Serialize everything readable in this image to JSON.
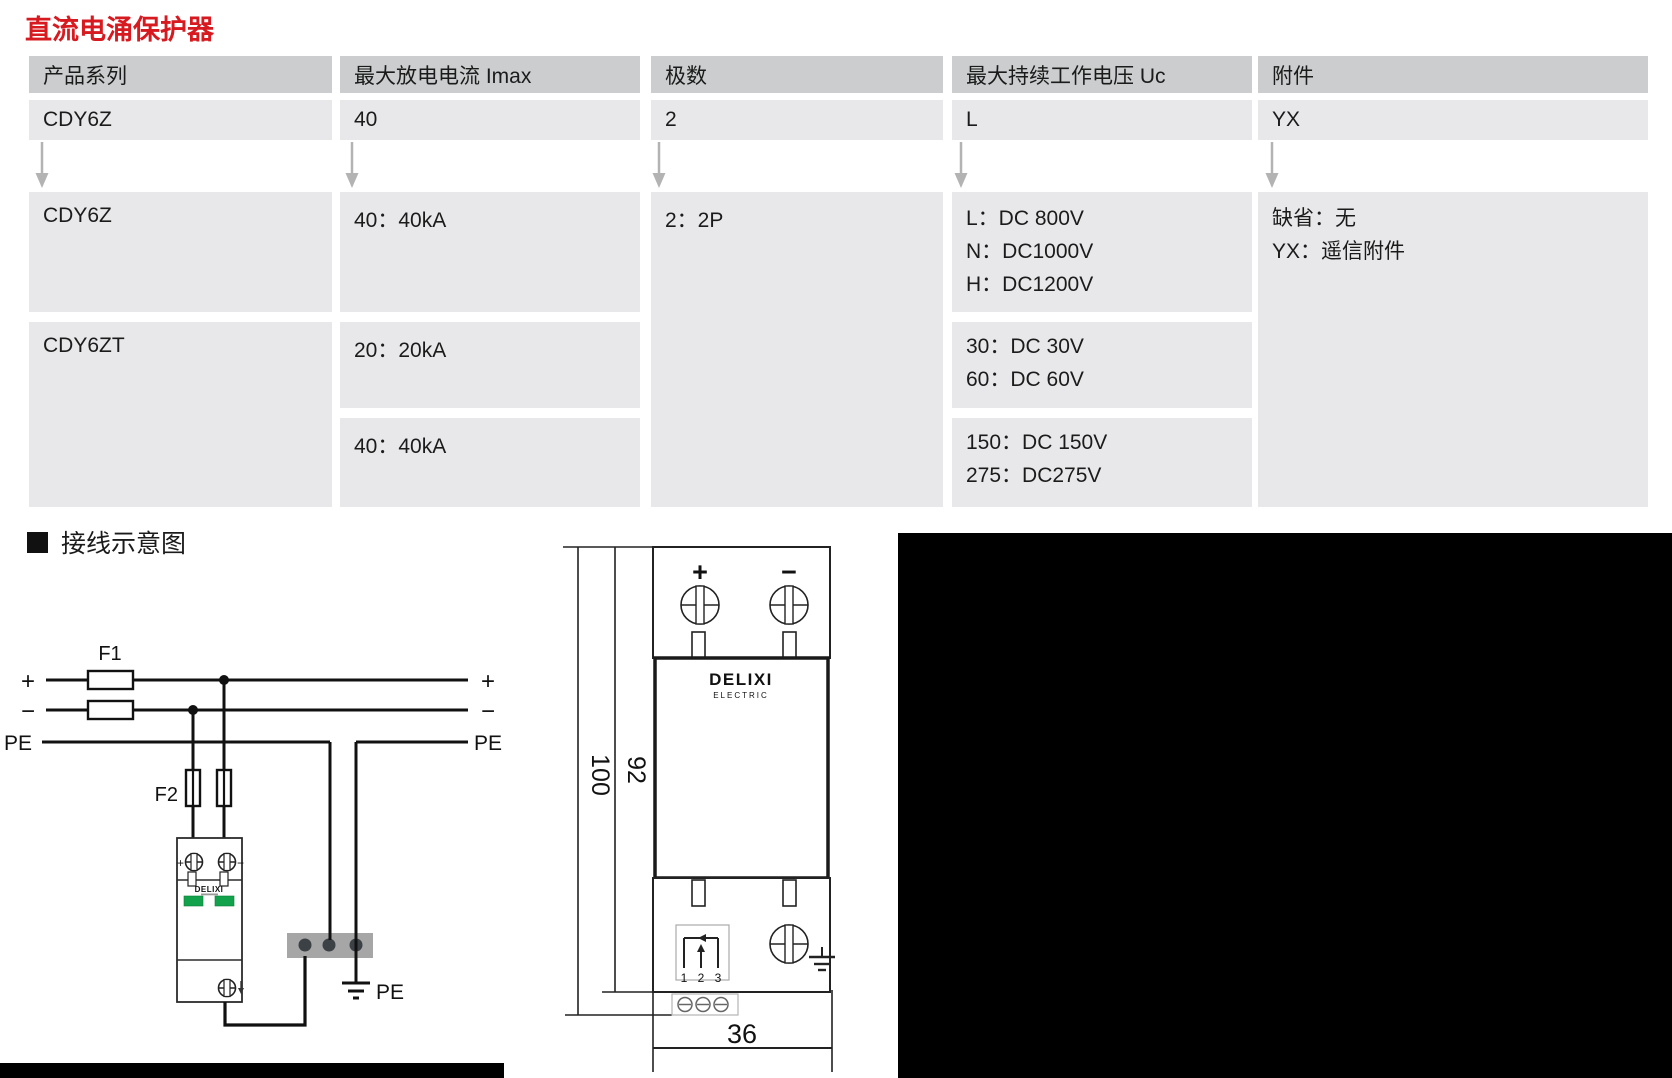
{
  "title": "直流电涌保护器",
  "colors": {
    "accent_red": "#d71920",
    "brand_red": "#d42a20",
    "indicator_green": "#12a24c",
    "header_gray": "#cbcdce",
    "cell_gray": "#e8e8ea"
  },
  "table": {
    "headers": [
      "产品系列",
      "最大放电电流 Imax",
      "极数",
      "最大持续工作电压 Uc",
      "附件"
    ],
    "code_values": [
      "CDY6Z",
      "40",
      "2",
      "L",
      "YX"
    ],
    "series": {
      "r1": "CDY6Z",
      "r2": "CDY6ZT"
    },
    "imax": {
      "r1": "40：40kA",
      "r2a": "20：20kA",
      "r2b": "40：40kA"
    },
    "poles": "2：2P",
    "uc": {
      "r1": [
        "L：DC 800V",
        "N：DC1000V",
        "H：DC1200V"
      ],
      "r2a": [
        "30：DC 30V",
        "60：DC 60V"
      ],
      "r2b": [
        "150：DC 150V",
        "275：DC275V"
      ]
    },
    "accessories": [
      "缺省：无",
      "YX：遥信附件"
    ]
  },
  "wiring": {
    "heading": "接线示意图",
    "fuse1": "F1",
    "fuse2": "F2",
    "left": {
      "plus": "+",
      "minus": "−",
      "pe": "PE"
    },
    "right": {
      "plus": "+",
      "minus": "−",
      "pe": "PE"
    },
    "ground_label": "PE",
    "device": {
      "plus": "+",
      "minus": "−"
    }
  },
  "drawing": {
    "brand": "DELIXI",
    "brand_sub": "ELECTRIC",
    "plus": "+",
    "minus": "−",
    "contact_pins": [
      "1",
      "2",
      "3"
    ],
    "dim_height_total": "100",
    "dim_height_body": "92",
    "dim_width": "36"
  }
}
